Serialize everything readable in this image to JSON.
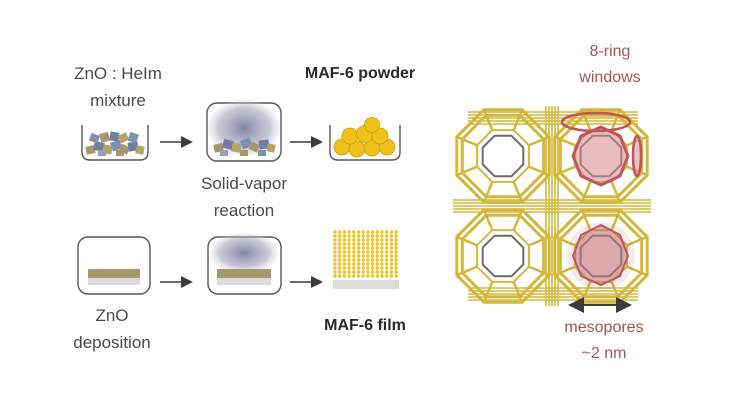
{
  "powder_route": {
    "mixture_label_line1": "ZnO : HeIm",
    "mixture_label_line2": "mixture",
    "reaction_label_line1": "Solid-vapor",
    "reaction_label_line2": "reaction",
    "product_label": "MAF-6 powder"
  },
  "film_route": {
    "deposition_label_line1": "ZnO",
    "deposition_label_line2": "deposition",
    "product_label": "MAF-6 film"
  },
  "framework": {
    "window_label_line1": "8-ring",
    "window_label_line2": "windows",
    "pore_label_line1": "mesopores",
    "pore_label_line2": "~2 nm"
  },
  "colors": {
    "framework": "#d4b73a",
    "highlight": "#c0555a",
    "powder": "#eec21a",
    "zno_layer": "#a8976a",
    "substrate": "#dcdcdc",
    "vapor": "#8a8ca6",
    "arrow": "#3c3c3c"
  }
}
